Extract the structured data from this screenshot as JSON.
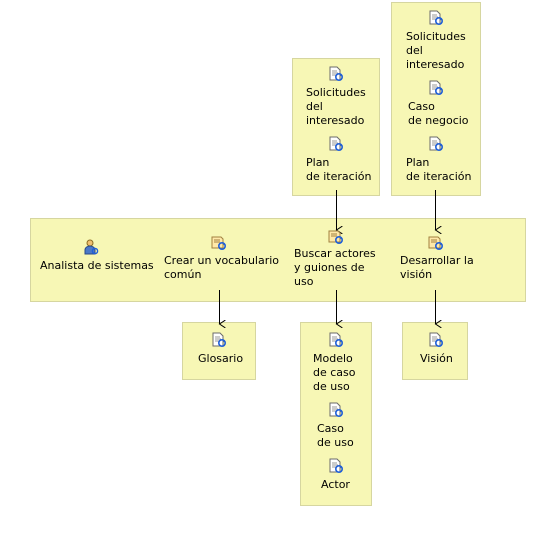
{
  "role": "Analista de sistemas",
  "top_inputs": {
    "left": {
      "item1": "Solicitudes\ndel\ninteresado",
      "item2": "Plan\nde iteración"
    },
    "right": {
      "item1": "Solicitudes\ndel\ninteresado",
      "item2": "Caso\nde negocio",
      "item3": "Plan\nde iteración"
    }
  },
  "tasks": {
    "task1": "Crear un vocabulario\ncomún",
    "task2": "Buscar actores\ny guiones de\nuso",
    "task3": "Desarrollar la\nvisión"
  },
  "outputs": {
    "glosario": "Glosario",
    "modelo_caso_uso": "Modelo\nde caso\nde uso",
    "caso_uso": "Caso\nde uso",
    "actor": "Actor",
    "vision": "Visión"
  }
}
